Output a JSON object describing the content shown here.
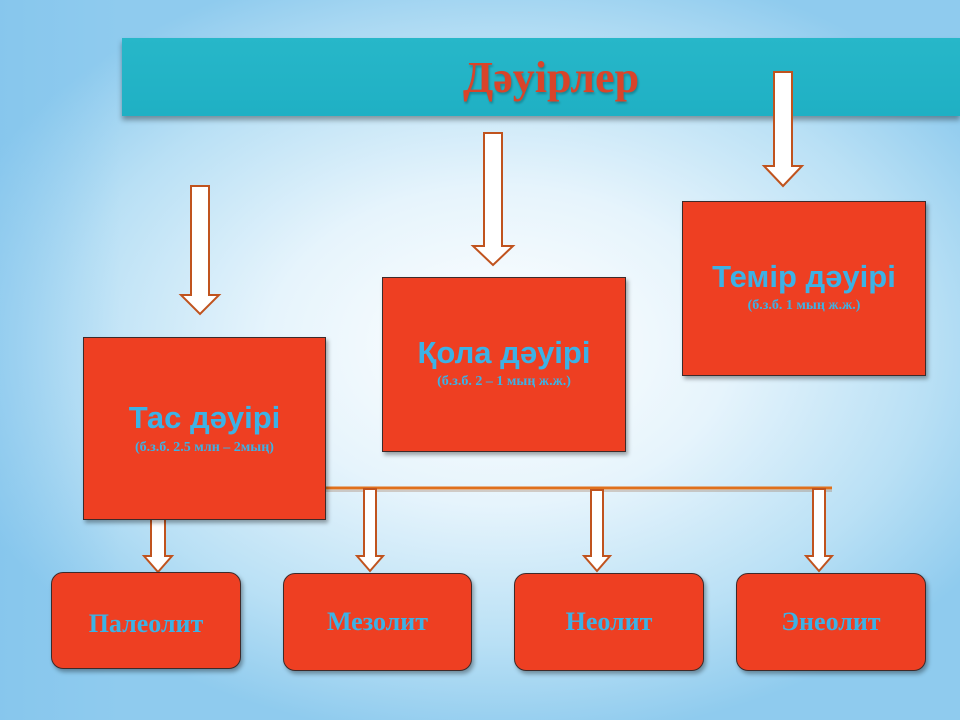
{
  "title": "Дәуірлер",
  "eras": [
    {
      "name": "Тас дәуірі",
      "dates": "(б.з.б. 2.5 млн – 2мың)"
    },
    {
      "name": "Қола дәуірі",
      "dates": "(б.з.б. 2 – 1 мың ж.ж.)"
    },
    {
      "name": "Темір дәуірі",
      "dates": "(б.з.б. 1 мың ж.ж.)"
    }
  ],
  "periods": [
    "Палеолит",
    "Мезолит",
    "Неолит",
    "Энеолит"
  ],
  "colors": {
    "title_bar": "#22b4c7",
    "title_text": "#d9442a",
    "box_fill": "#ee3f22",
    "box_text": "#3cb2e6",
    "connector": "#e0701c"
  }
}
